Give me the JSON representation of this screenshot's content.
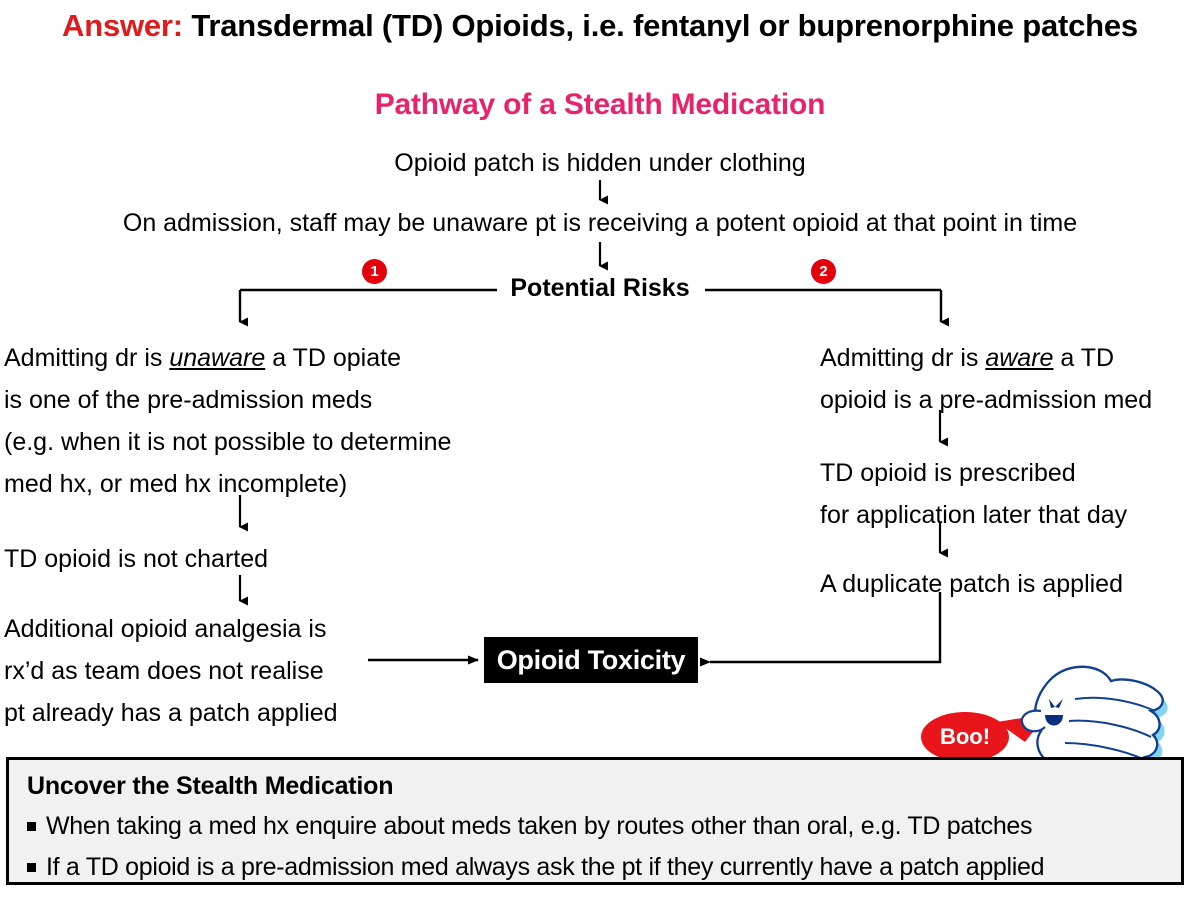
{
  "header": {
    "answer_label": "Answer:",
    "answer_text": " Transdermal (TD) Opioids, i.e. fentanyl or buprenorphine patches",
    "title": "Pathway of a Stealth Medication",
    "answer_label_color": "#E01B1B",
    "title_color": "#E8236C"
  },
  "flow": {
    "node_hidden": "Opioid patch is hidden under clothing",
    "node_admission": "On admission, staff may be unaware pt is receiving a potent opioid at that point in time",
    "node_risks": "Potential Risks",
    "branch_marker_1": "1",
    "branch_marker_2": "2",
    "left_branch": {
      "block1": {
        "line1_pre": "Admitting dr is ",
        "line1_emph": "unaware",
        "line1_post": " a TD opiate",
        "line2": "is one of the pre-admission meds",
        "line3": "(e.g. when it is not possible to determine",
        "line4": "med hx, or med hx incomplete)"
      },
      "block2": "TD opioid is not charted",
      "block3": {
        "line1": "Additional opioid analgesia is",
        "line2": "rx’d as team does not realise",
        "line3": "pt already has a patch applied"
      }
    },
    "right_branch": {
      "block1": {
        "line1_pre": "Admitting dr is ",
        "line1_emph": "aware",
        "line1_post": " a TD",
        "line2": "opioid is a pre-admission med"
      },
      "block2": {
        "line1": "TD opioid is prescribed",
        "line2": "for application later that day"
      },
      "block3": "A duplicate patch is applied"
    },
    "outcome": "Opioid Toxicity"
  },
  "ghost": {
    "speech": "Boo!",
    "bubble_color": "#E8161B"
  },
  "callout": {
    "title": "Uncover the Stealth Medication",
    "bullets": [
      "When taking a med hx enquire about meds taken by routes other than oral, e.g. TD patches",
      "If a TD opioid is a pre-admission med always ask the pt if they currently have a patch applied"
    ],
    "background": "#F1F1F1"
  }
}
